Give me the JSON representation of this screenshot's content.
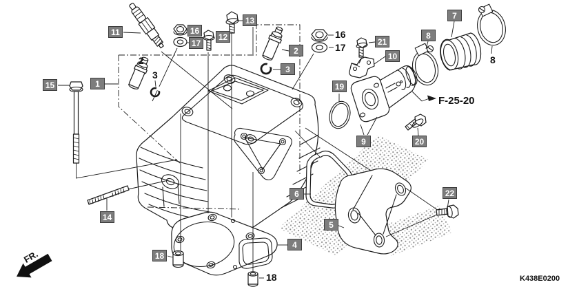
{
  "diagram": {
    "code": "K438E0200",
    "cross_reference": "F-25-20",
    "direction_label": "FR.",
    "colors": {
      "callout_background": "#7d7d7d",
      "callout_border": "#3c3c3c",
      "callout_text": "#ffffff",
      "line_color": "#1a1a1a",
      "stipple_color": "#8d8d8d",
      "background": "#ffffff"
    },
    "boxed_callouts": [
      "11",
      "16",
      "17",
      "12",
      "13",
      "15",
      "1",
      "2",
      "3",
      "21",
      "10",
      "8",
      "7",
      "19",
      "9",
      "20",
      "6",
      "5",
      "4",
      "22",
      "14",
      "18"
    ],
    "plain_callouts": [
      "2",
      "3",
      "16",
      "17",
      "8",
      "18"
    ]
  }
}
